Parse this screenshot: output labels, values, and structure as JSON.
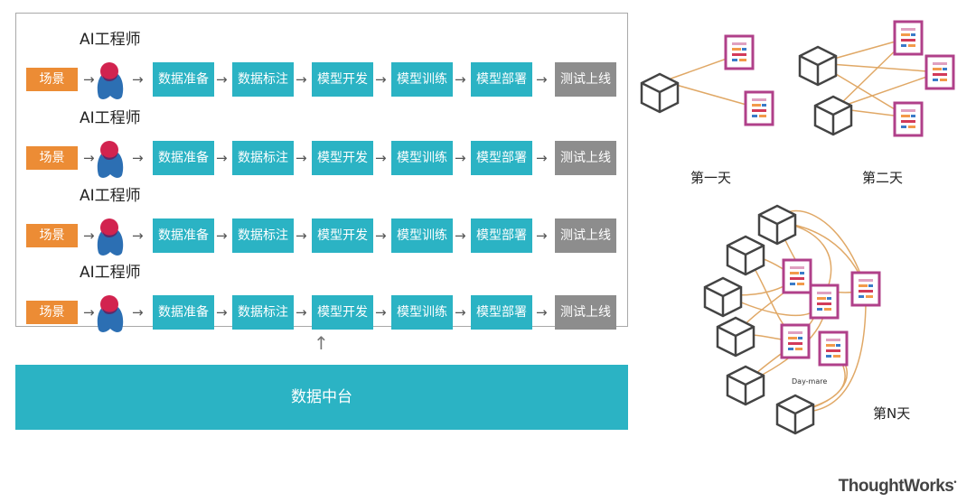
{
  "pipeline": {
    "engineer_label": "AI工程师",
    "scene_label": "场景",
    "stages": [
      "数据准备",
      "数据标注",
      "模型开发",
      "模型训练",
      "模型部署",
      "测试上线"
    ],
    "row_count": 4
  },
  "platform": {
    "label": "数据中台"
  },
  "network": {
    "day1_label": "第一天",
    "day2_label": "第二天",
    "dayn_label": "第N天",
    "dayn_note": "Day-mare"
  },
  "brand": {
    "text": "ThoughtWorks"
  },
  "colors": {
    "scene": "#ec8c35",
    "stage": "#2bb3c4",
    "stage_last": "#8d8d8d",
    "platform": "#2bb3c4",
    "link": "#e0a866",
    "cube": "#444444",
    "doc_border": "#b0408a"
  }
}
